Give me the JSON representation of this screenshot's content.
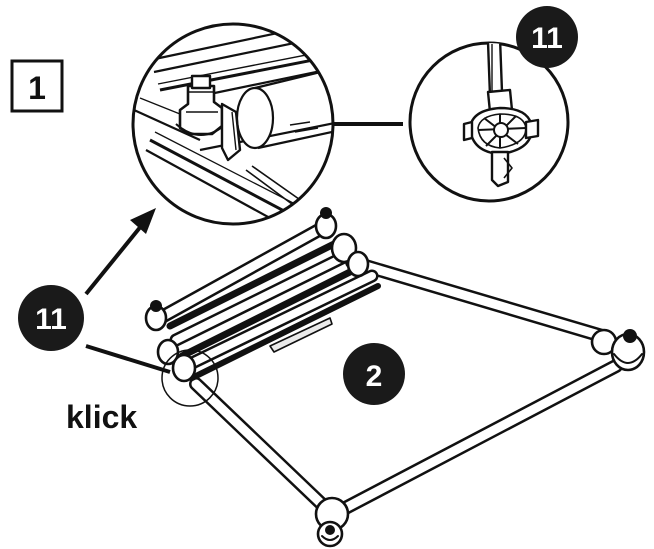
{
  "step": {
    "number": "1"
  },
  "callouts": {
    "part_id_top": "11",
    "part_id_left": "11",
    "part_id_base": "2"
  },
  "action": {
    "text": "klick"
  },
  "colors": {
    "ink": "#111111",
    "badge": "#1a1a1a",
    "paper": "#ffffff",
    "shade": "#e9e9e9"
  }
}
